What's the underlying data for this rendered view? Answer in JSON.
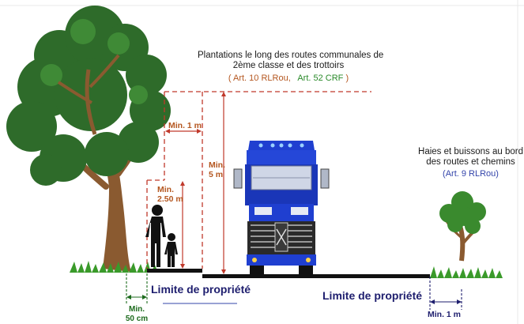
{
  "plantations": {
    "title_line1": "Plantations le long des routes communales de",
    "title_line2": "2ème classe et des trottoirs",
    "ref_open": "(",
    "ref_rlrou": "Art. 10 RLRou",
    "ref_sep": ",",
    "ref_crf": "Art. 52 CRF",
    "ref_close": ")"
  },
  "hedges": {
    "title_line1": "Haies et buissons au bord",
    "title_line2": "des routes et chemins",
    "ref": "(Art. 9 RLRou)"
  },
  "dimensions": {
    "min_1m_upper": "Min. 1 m",
    "min_250_line1": "Min.",
    "min_250_line2": "2.50 m",
    "min_5m_line1": "Min.",
    "min_5m_line2": "5 m",
    "min_50cm_line1": "Min.",
    "min_50cm_line2": "50 cm",
    "min_1m_right": "Min. 1 m"
  },
  "labels": {
    "limit_left": "Limite de propriété",
    "limit_right": "Limite de propriété"
  },
  "colors": {
    "dimension_lines": "#c0392b",
    "dimension_text": "#b4561f",
    "limit_text": "#1e1e6e",
    "ground": "#111111",
    "truck": "#1f3fd0",
    "foliage": "#2e6b2a",
    "trunk": "#8a5a30"
  },
  "icons": [
    "tree",
    "truck",
    "pedestrians",
    "shrub",
    "grass"
  ]
}
